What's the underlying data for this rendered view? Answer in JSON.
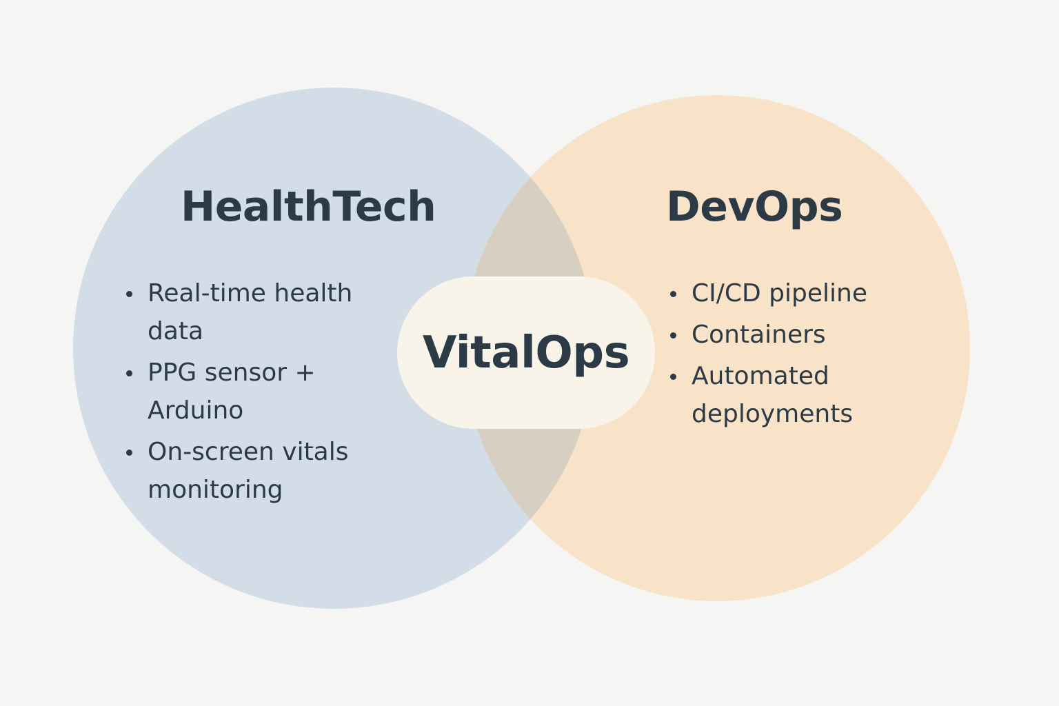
{
  "colors": {
    "background": "#f5f5f4",
    "left_circle": "#d3dde7",
    "right_circle": "#f8e2c8",
    "overlap": "#d8cfc3",
    "center_pill": "#f8f4ea",
    "text": "#2c3a45"
  },
  "left_set": {
    "title": "HealthTech",
    "items": [
      "Real-time health data",
      "PPG sensor + Arduino",
      "On-screen vitals monitoring"
    ]
  },
  "right_set": {
    "title": "DevOps",
    "items": [
      "CI/CD pipeline",
      "Containers",
      "Automated deployments"
    ]
  },
  "intersection": {
    "label": "VitalOps"
  }
}
